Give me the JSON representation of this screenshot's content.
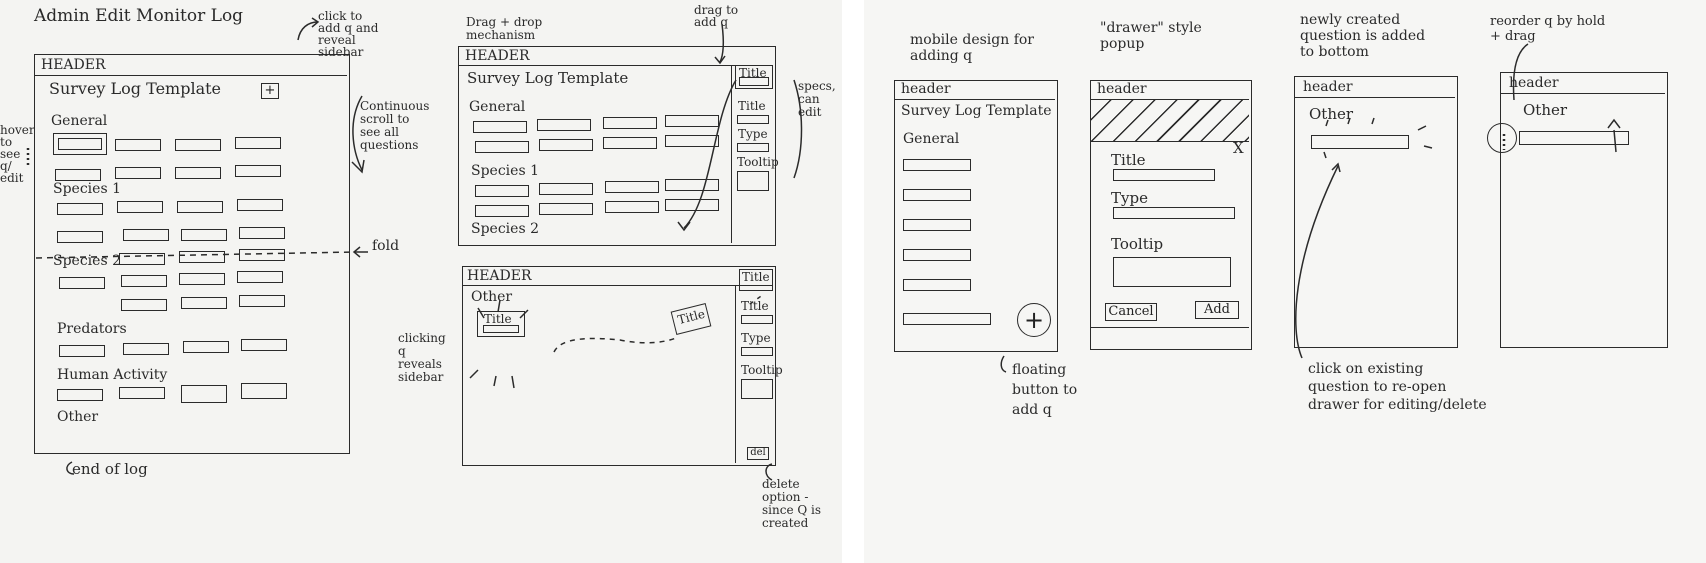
{
  "left_sheet": {
    "title": "Admin Edit Monitor Log",
    "main": {
      "header": "HEADER",
      "template_title": "Survey Log Template",
      "sections": [
        "General",
        "Species 1",
        "Species 2",
        "Predators",
        "Human Activity",
        "Other"
      ],
      "plus": "+",
      "notes": {
        "click_add": "click to add q and reveal sidebar",
        "hover": "hover to see q/ edit",
        "scroll": "Continuous scroll to see all questions",
        "fold": "fold",
        "end": "end of log"
      }
    },
    "dnd": {
      "caption": "Drag + drop mechanism",
      "header": "HEADER",
      "template_title": "Survey Log Template",
      "sections": [
        "General",
        "Species 1",
        "Species 2"
      ],
      "sidebar": [
        "Title",
        "Title",
        "Type",
        "Tooltip"
      ],
      "notes": {
        "drag": "drag to add q",
        "specs": "specs, can edit"
      }
    },
    "reveal": {
      "header": "HEADER",
      "section": "Other",
      "item_label": "Title",
      "dragged_label": "Title",
      "sidebar": [
        "Title",
        "Title",
        "Type",
        "Tooltip"
      ],
      "delete_btn": "del",
      "notes": {
        "clicking": "clicking q reveals sidebar",
        "delete": "delete option - since Q is created"
      }
    }
  },
  "right_sheet": {
    "mobile1": {
      "caption": "mobile design for adding q",
      "header": "header",
      "template_title": "Survey Log Template",
      "section": "General",
      "fab": "+",
      "note": "floating button to add q"
    },
    "mobile2": {
      "caption": "\"drawer\" style popup",
      "header": "header",
      "fields": [
        "Title",
        "Type",
        "Tooltip"
      ],
      "close": "X",
      "cancel": "Cancel",
      "add": "Add"
    },
    "mobile3": {
      "caption": "newly created question is added to bottom",
      "header": "header",
      "section": "Other",
      "note": "click on existing question to re-open drawer for editing/delete"
    },
    "mobile4": {
      "caption": "reorder q by hold + drag",
      "header": "header",
      "section": "Other"
    }
  },
  "colors": {
    "ink": "#2b2b2b",
    "paper_left": "#f4f4f2",
    "paper_right": "#f6f6f4"
  }
}
